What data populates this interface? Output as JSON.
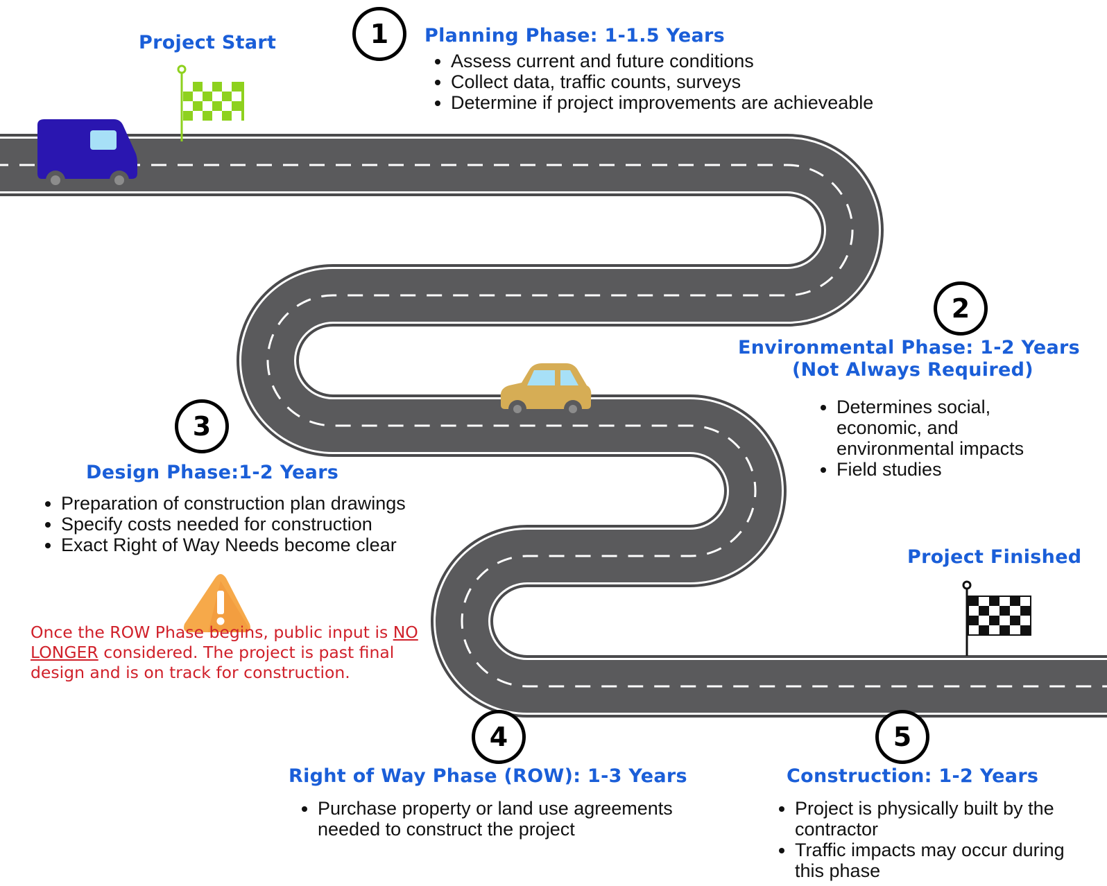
{
  "start": {
    "label": "Project Start"
  },
  "finish": {
    "label": "Project Finished"
  },
  "phases": [
    {
      "number": "1",
      "title": "Planning Phase: 1-1.5 Years",
      "bullets": [
        "Assess current and future conditions",
        "Collect data, traffic counts, surveys",
        "Determine if project improvements are achieveable"
      ]
    },
    {
      "number": "2",
      "title": "Environmental Phase: 1-2 Years",
      "subtitle": "(Not Always Required)",
      "bullets": [
        "Determines social, economic, and environmental impacts",
        "Field studies"
      ]
    },
    {
      "number": "3",
      "title": "Design Phase:1-2 Years",
      "bullets": [
        "Preparation of construction plan drawings",
        "Specify costs needed for construction",
        "Exact Right of Way Needs become clear"
      ]
    },
    {
      "number": "4",
      "title": "Right of Way Phase (ROW): 1-3 Years",
      "bullets": [
        "Purchase property or land use agreements needed to construct the project"
      ]
    },
    {
      "number": "5",
      "title": "Construction: 1-2 Years",
      "bullets": [
        "Project is physically built by the contractor",
        "Traffic impacts may occur during this phase"
      ]
    }
  ],
  "warning": {
    "text_before": "Once the ROW Phase begins, public input is ",
    "emphasis": "NO LONGER",
    "text_after": " considered. The project is past final design and is on track for construction."
  },
  "colors": {
    "title_blue": "#1a5ed8",
    "road": "#5a5a5c",
    "warning_red": "#d0202a",
    "van": "#2a16b0",
    "car": "#d6ad55",
    "start_flag": "#8ed11e",
    "warning_icon": "#f6a94a"
  }
}
